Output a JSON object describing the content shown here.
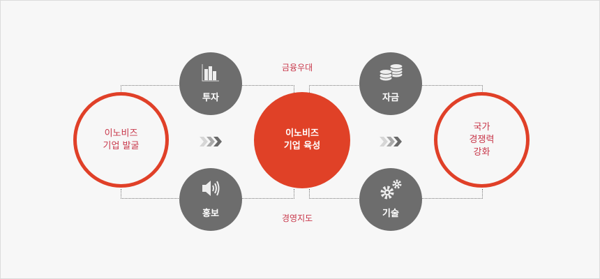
{
  "left_circle": {
    "line1": "이노비즈",
    "line2": "기업 발굴"
  },
  "center_circle": {
    "line1": "이노비즈",
    "line2": "기업 육성"
  },
  "right_circle": {
    "line1": "국가",
    "line2": "경쟁력",
    "line3": "강화"
  },
  "nodes": [
    {
      "label": "투자",
      "icon": "bar-chart-icon"
    },
    {
      "label": "홍보",
      "icon": "speaker-icon"
    },
    {
      "label": "자금",
      "icon": "coins-icon"
    },
    {
      "label": "기술",
      "icon": "gears-icon"
    }
  ],
  "tags": {
    "top": "금융우대",
    "bottom": "경영지도"
  },
  "colors": {
    "accent": "#e04127",
    "node": "#6d6d6d",
    "text_red": "#c8374a",
    "background": "#f7f7f7"
  }
}
